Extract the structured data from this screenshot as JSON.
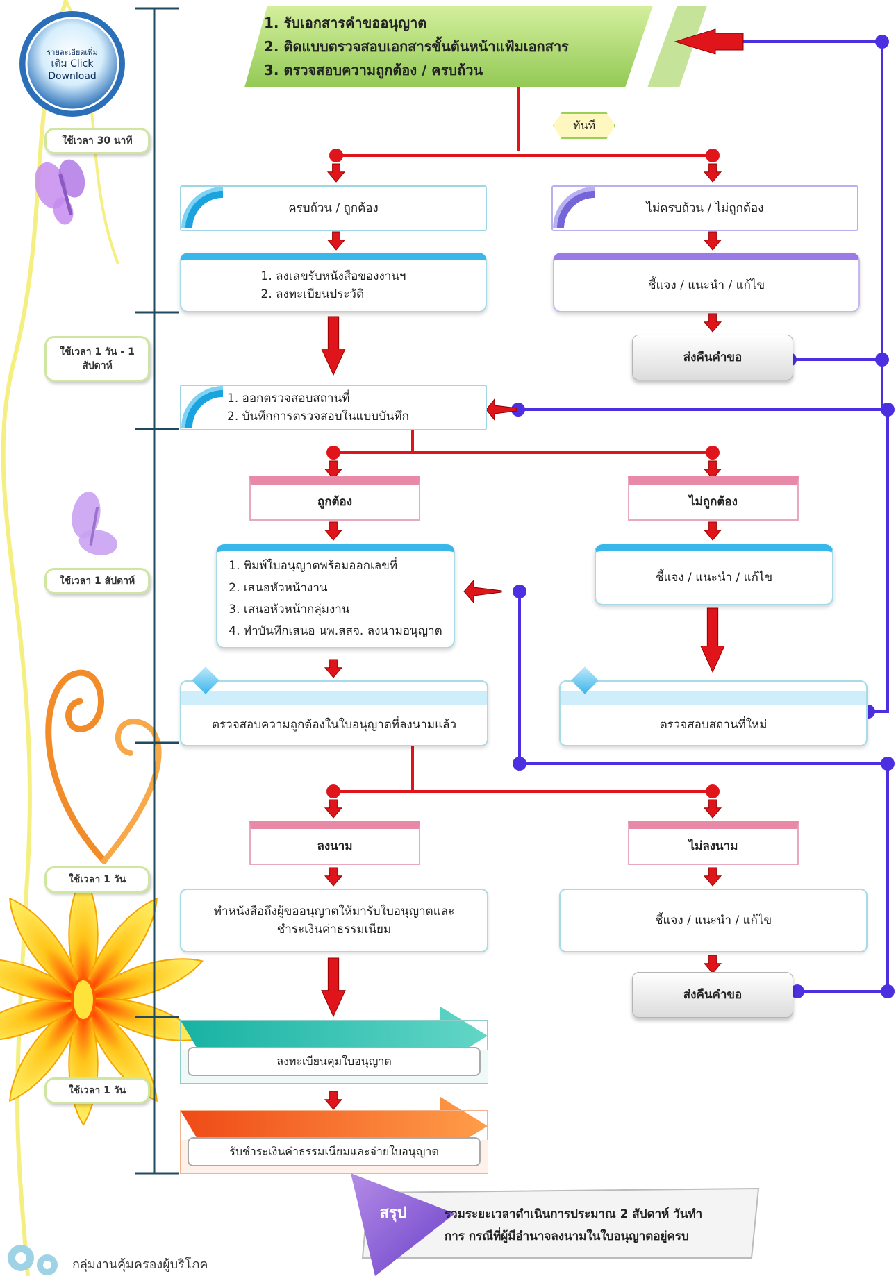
{
  "download_badge": {
    "line1": "รายละเอียดเพิ่ม",
    "line2": "เติม Click",
    "line3": "Download"
  },
  "time_labels": {
    "t1": "ใช้เวลา 30 นาที",
    "t2_line1": "ใช้เวลา 1 วัน - 1",
    "t2_line2": "สัปดาห์",
    "t3": "ใช้เวลา 1 สัปดาห์",
    "t4": "ใช้เวลา 1 วัน",
    "t5": "ใช้เวลา 1 วัน"
  },
  "start_box": {
    "items": [
      "1. รับเอกสารคำขออนุญาต",
      "2. ติดแบบตรวจสอบเอกสารขั้นต้นหน้าแฟ้มเอกสาร",
      "3. ตรวจสอบความถูกต้อง / ครบถ้วน"
    ]
  },
  "immediate_tag": "ทันที",
  "step1": {
    "complete": "ครบถ้วน / ถูกต้อง",
    "incomplete": "ไม่ครบถ้วน / ไม่ถูกต้อง",
    "register_items": [
      "1. ลงเลขรับหนังสือของงานฯ",
      "2. ลงทะเบียนประวัติ"
    ],
    "explain": "ชี้แจง / แนะนำ / แก้ไข",
    "return_button": "ส่งคืนคำขอ"
  },
  "inspect_box": {
    "items": [
      "1. ออกตรวจสอบสถานที่",
      "2. บันทึกการตรวจสอบในแบบบันทึก"
    ]
  },
  "step2": {
    "correct": "ถูกต้อง",
    "incorrect": "ไม่ถูกต้อง",
    "print_items": [
      "1. พิมพ์ใบอนุญาตพร้อมออกเลขที่",
      "2. เสนอหัวหน้างาน",
      "3. เสนอหัวหน้ากลุ่มงาน",
      "4. ทำบันทึกเสนอ นพ.สสจ. ลงนามอนุญาต"
    ],
    "explain": "ชี้แจง / แนะนำ / แก้ไข",
    "verify_signed": "ตรวจสอบความถูกต้องในใบอนุญาตที่ลงนามแล้ว",
    "reinspect": "ตรวจสอบสถานที่ใหม่"
  },
  "step3": {
    "signed": "ลงนาม",
    "not_signed": "ไม่ลงนาม",
    "letter_line1": "ทำหนังสือถึงผู้ขออนุญาตให้มารับใบอนุญาตและ",
    "letter_line2": "ชำระเงินค่าธรรมเนียม",
    "explain": "ชี้แจง / แนะนำ / แก้ไข",
    "return_button": "ส่งคืนคำขอ"
  },
  "register_control": "ลงทะเบียนคุมใบอนุญาต",
  "payment": "รับชำระเงินค่าธรรมเนียมและจ่ายใบอนุญาต",
  "summary": {
    "tag": "สรุป",
    "line1": "รวมระยะเวลาดำเนินการประมาณ 2 สัปดาห์ วันทำ",
    "line2": "การ กรณีที่ผู้มีอำนาจลงนามในใบอนุญาตอยู่ครบ"
  },
  "footer": "กลุ่มงานคุ้มครองผู้บริโภค",
  "icons": {
    "butterfly": "butterfly-icon",
    "gear": "gear-icon",
    "arrow": "arrow-down-icon"
  },
  "colors": {
    "red": "#e0151c",
    "blue": "#4b2fe0",
    "teal": "#38b7e8",
    "pink": "#e889a8",
    "green": "#a6d46a"
  }
}
